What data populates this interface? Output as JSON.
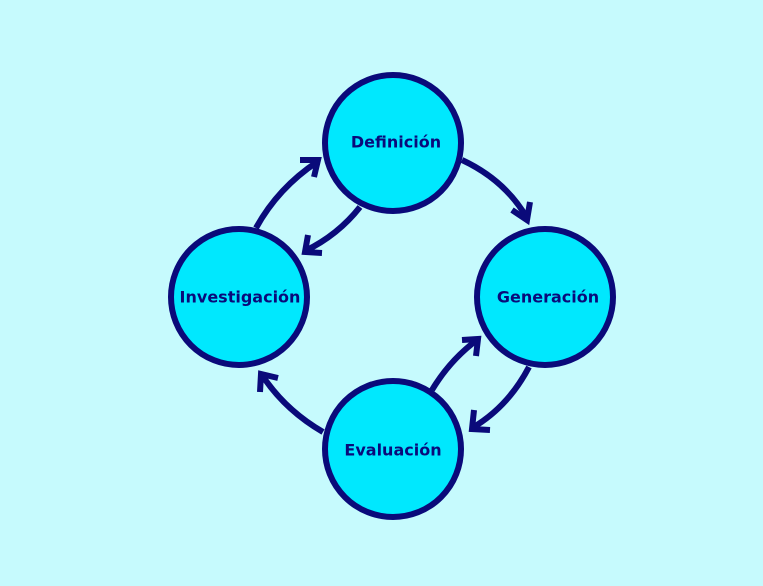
{
  "nodes": {
    "definicion": "Definición",
    "investigacion": "Investigación",
    "generacion": "Generación",
    "evaluacion": "Evaluación"
  },
  "colors": {
    "background": "#c6fafd",
    "node_fill": "#00e8fe",
    "stroke": "#0a0a7a"
  }
}
